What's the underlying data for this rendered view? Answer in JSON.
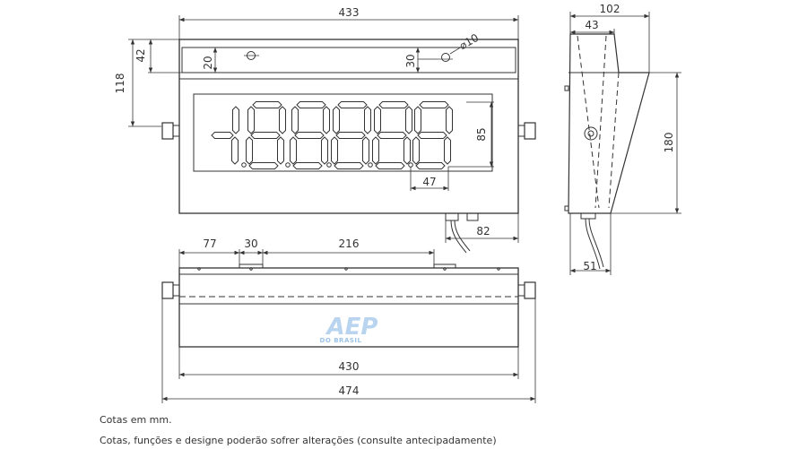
{
  "dimensions": {
    "front_width": "433",
    "front_height": "118",
    "top_band": "42",
    "left_hole_offset": "20",
    "right_hole_offset": "30",
    "hole_diameter": "⌀10",
    "digit_height": "85",
    "digit_width": "47",
    "bottom_offset": "82",
    "bottom_left": "77",
    "bottom_mid": "30",
    "bottom_right": "216",
    "bottom_inner_width": "430",
    "bottom_total_width": "474",
    "side_top_width": "102",
    "side_inner_width": "43",
    "side_height": "180",
    "side_base_width": "51"
  },
  "logo": {
    "main": "AEP",
    "sub": "DO BRASIL"
  },
  "notes": {
    "units": "Cotas em mm.",
    "disclaimer": "Cotas, funções e designe poderão sofrer alterações (consulte antecipadamente)"
  },
  "colors": {
    "line": "#333333",
    "logo": "#b8d4ef"
  }
}
